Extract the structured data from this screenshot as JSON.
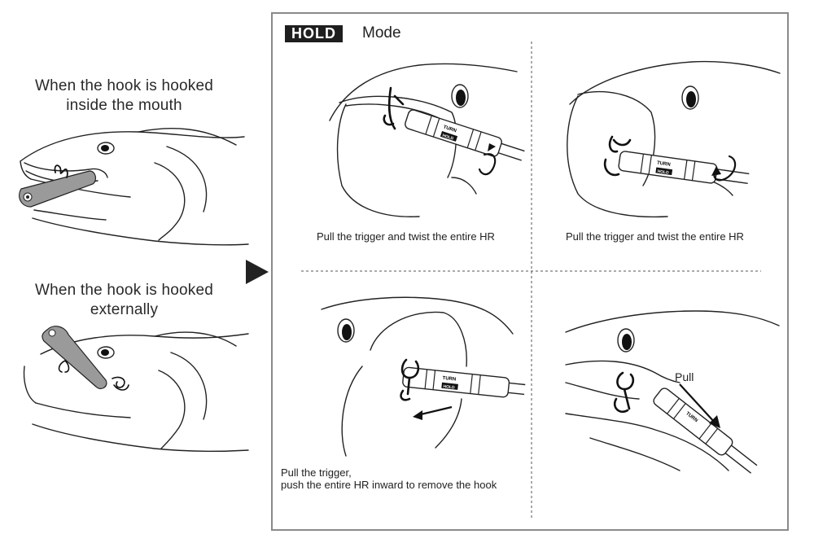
{
  "left": {
    "case_internal": [
      "When the hook is hooked",
      "inside the mouth"
    ],
    "case_external": [
      "When the hook is hooked",
      "externally"
    ]
  },
  "mode": {
    "badge": "HOLD",
    "word": "Mode"
  },
  "panels": {
    "top_left": {
      "caption": "Pull the trigger and twist the entire HR"
    },
    "top_right": {
      "caption": "Pull the trigger and twist the entire HR"
    },
    "bottom_left": {
      "caption_lines": [
        "Pull the trigger,",
        "push the entire HR inward to remove the hook"
      ]
    },
    "bottom_right": {
      "label": "Pull"
    }
  },
  "tool_labels": {
    "turn": "TURN",
    "hold": "HOLD"
  },
  "colors": {
    "ink": "#222222",
    "frame": "#8a8a8a",
    "badge_bg": "#1e1e1e",
    "lure": "#9a9a9a"
  }
}
